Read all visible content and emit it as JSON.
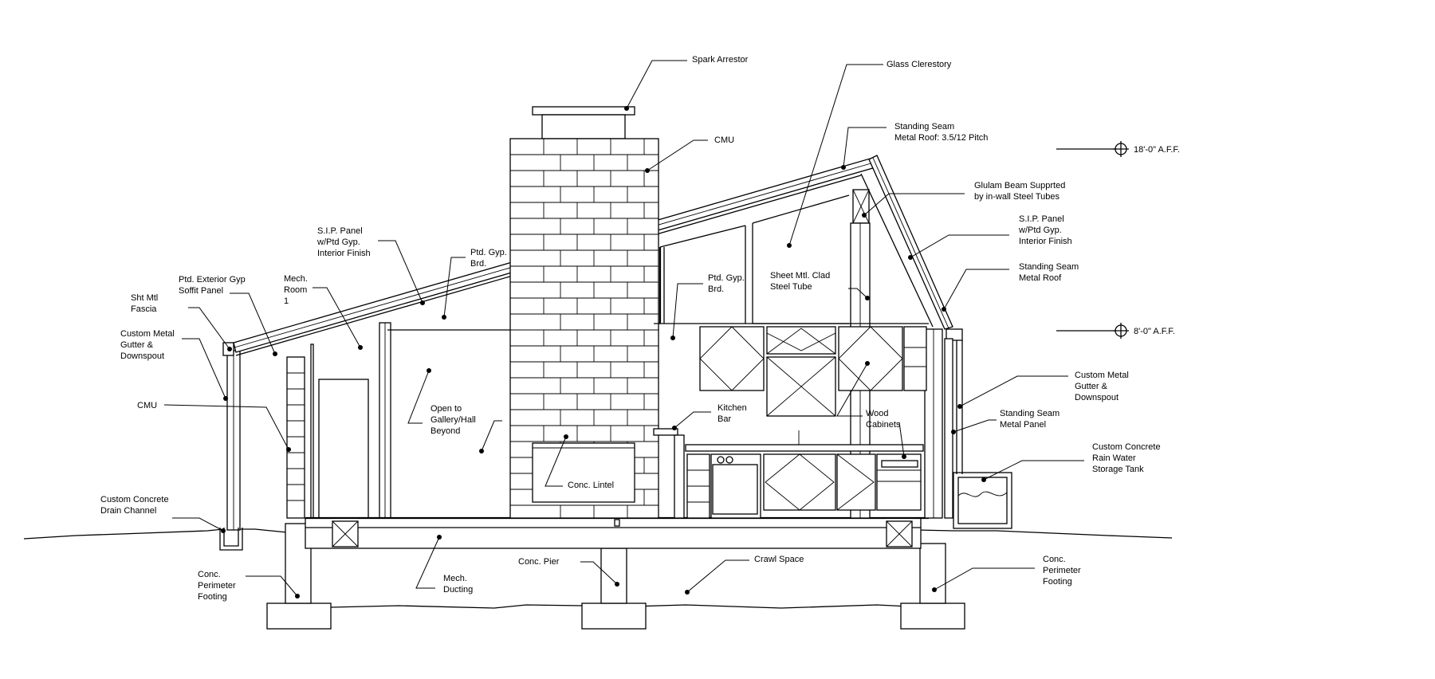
{
  "labels": {
    "spark_arrestor": [
      "Spark Arrestor"
    ],
    "glass_clerestory": [
      "Glass Clerestory"
    ],
    "standing_seam_roof_pitch": [
      "Standing Seam",
      "Metal Roof: 3.5/12 Pitch"
    ],
    "cmu_chimney": [
      "CMU"
    ],
    "glulam_beam": [
      "Glulam Beam Supprted",
      "by in-wall Steel Tubes"
    ],
    "sip_panel_right": [
      "S.I.P. Panel",
      "w/Ptd Gyp.",
      "Interior Finish"
    ],
    "standing_seam_roof_right": [
      "Standing Seam",
      "Metal Roof"
    ],
    "sip_panel_left": [
      "S.I.P. Panel",
      "w/Ptd Gyp.",
      "Interior Finish"
    ],
    "ptd_gyp_brd_left": [
      "Ptd. Gyp.",
      "Brd."
    ],
    "mech_room": [
      "Mech.",
      "Room",
      "1"
    ],
    "ptd_exterior_gyp_soffit": [
      "Ptd. Exterior Gyp",
      "Soffit Panel"
    ],
    "sht_mtl_fascia": [
      "Sht Mtl",
      "Fascia"
    ],
    "custom_metal_gutter_left": [
      "Custom Metal",
      "Gutter &",
      "Downspout"
    ],
    "cmu_left": [
      "CMU"
    ],
    "ptd_gyp_brd_right": [
      "Ptd. Gyp.",
      "Brd."
    ],
    "sheet_mtl_clad": [
      "Sheet Mtl. Clad",
      "Steel Tube"
    ],
    "open_to_gallery": [
      "Open to",
      "Gallery/Hall",
      "Beyond"
    ],
    "kitchen_bar": [
      "Kitchen",
      "Bar"
    ],
    "wood_cabinets": [
      "Wood",
      "Cabinets"
    ],
    "conc_lintel": [
      "Conc. Lintel"
    ],
    "custom_metal_gutter_right": [
      "Custom Metal",
      "Gutter &",
      "Downspout"
    ],
    "standing_seam_panel": [
      "Standing Seam",
      "Metal Panel"
    ],
    "rain_water_tank": [
      "Custom Concrete",
      "Rain Water",
      "Storage Tank"
    ],
    "drain_channel": [
      "Custom Concrete",
      "Drain Channel"
    ],
    "conc_perimeter_footing_left": [
      "Conc.",
      "Perimeter",
      "Footing"
    ],
    "mech_ducting": [
      "Mech.",
      "Ducting"
    ],
    "conc_pier": [
      "Conc. Pier"
    ],
    "crawl_space": [
      "Crawl Space"
    ],
    "conc_perimeter_footing_right": [
      "Conc.",
      "Perimeter",
      "Footing"
    ]
  },
  "levels": {
    "upper": "18'-0\" A.F.F.",
    "lower": "8'-0\" A.F.F."
  }
}
